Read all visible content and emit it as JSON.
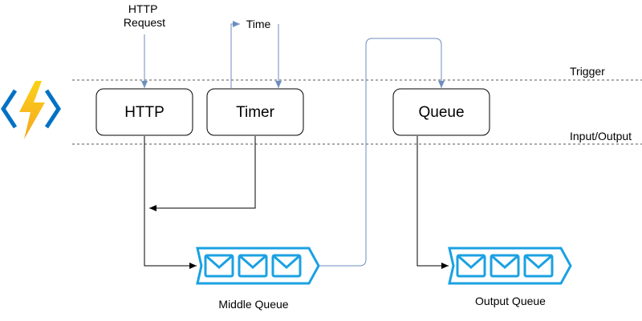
{
  "labels": {
    "http_request": [
      "HTTP",
      "Request"
    ],
    "time": "Time",
    "trigger": "Trigger",
    "input_output": "Input/Output",
    "middle_queue": "Middle Queue",
    "output_queue": "Output Queue"
  },
  "boxes": {
    "http": "HTTP",
    "timer": "Timer",
    "queue": "Queue"
  },
  "icons": {
    "logo": "azure-functions-icon",
    "queue": "storage-queue-icon"
  },
  "colors": {
    "arrow_blue": "#6c8ebf",
    "queue_blue": "#1ba1e2",
    "bolt_yellow": "#fcd116",
    "bracket_blue": "#0072c6"
  }
}
